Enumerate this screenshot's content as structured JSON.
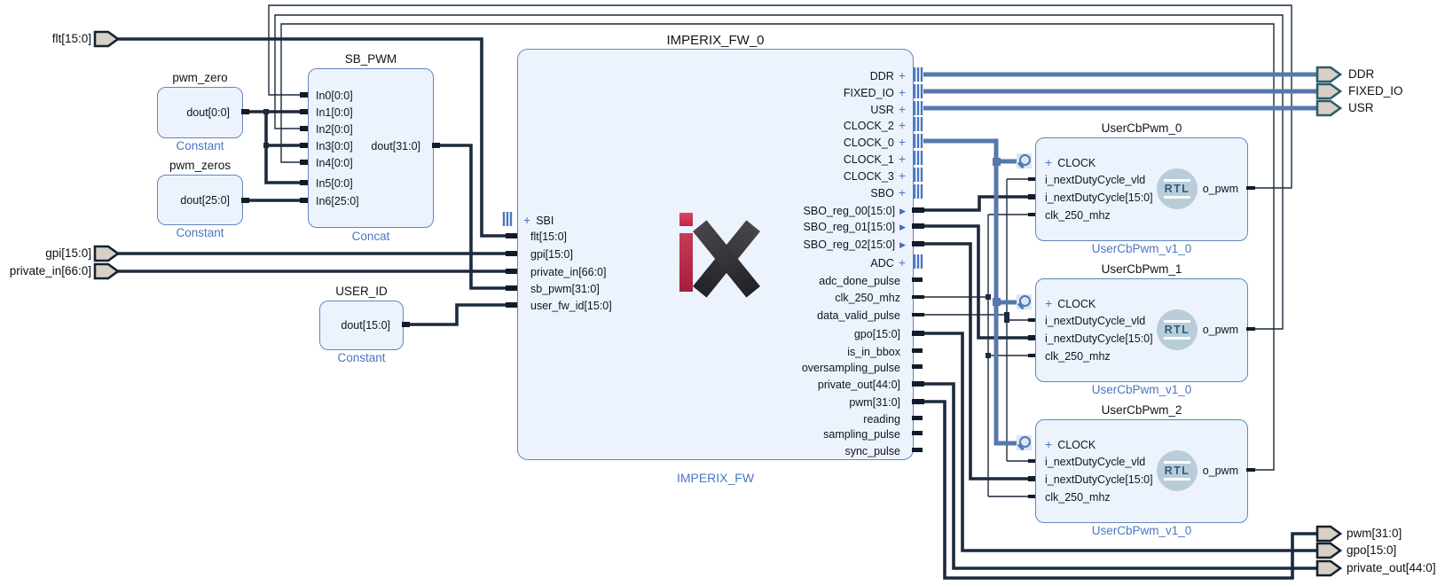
{
  "ports": {
    "inputs": [
      "flt[15:0]",
      "gpi[15:0]",
      "private_in[66:0]"
    ],
    "outputs": [
      "DDR",
      "FIXED_IO",
      "USR",
      "pwm[31:0]",
      "gpo[15:0]",
      "private_out[44:0]"
    ]
  },
  "icons": {
    "plus": "+",
    "reg_marker": "▶"
  },
  "blocks": {
    "pwm_zero": {
      "title": "pwm_zero",
      "pin": "dout[0:0]",
      "type": "Constant"
    },
    "pwm_zeros": {
      "title": "pwm_zeros",
      "pin": "dout[25:0]",
      "type": "Constant"
    },
    "sb_pwm": {
      "title": "SB_PWM",
      "type": "Concat",
      "inputs": [
        "In0[0:0]",
        "In1[0:0]",
        "In2[0:0]",
        "In3[0:0]",
        "In4[0:0]",
        "In5[0:0]",
        "In6[25:0]"
      ],
      "output": "dout[31:0]"
    },
    "user_id": {
      "title": "USER_ID",
      "pin": "dout[15:0]",
      "type": "Constant"
    },
    "imperix": {
      "title": "IMPERIX_FW_0",
      "type": "IMPERIX_FW",
      "left_ports": [
        "SBI",
        "flt[15:0]",
        "gpi[15:0]",
        "private_in[66:0]",
        "sb_pwm[31:0]",
        "user_fw_id[15:0]"
      ],
      "right_ports": [
        "DDR",
        "FIXED_IO",
        "USR",
        "CLOCK_2",
        "CLOCK_0",
        "CLOCK_1",
        "CLOCK_3",
        "SBO",
        "SBO_reg_00[15:0]",
        "SBO_reg_01[15:0]",
        "SBO_reg_02[15:0]",
        "ADC",
        "adc_done_pulse",
        "clk_250_mhz",
        "data_valid_pulse",
        "gpo[15:0]",
        "is_in_bbox",
        "oversampling_pulse",
        "private_out[44:0]",
        "pwm[31:0]",
        "reading",
        "sampling_pulse",
        "sync_pulse"
      ]
    },
    "usercbpwm": {
      "instances": [
        "UserCbPwm_0",
        "UserCbPwm_1",
        "UserCbPwm_2"
      ],
      "type": "UserCbPwm_v1_0",
      "badge": "RTL",
      "ports": {
        "clock": "CLOCK",
        "vld": "i_nextDutyCycle_vld",
        "duty": "i_nextDutyCycle[15:0]",
        "clk": "clk_250_mhz",
        "out": "o_pwm"
      }
    }
  },
  "colors": {
    "wire": "#1c2a3d",
    "interface_wire": "#5678ad",
    "block_fill": "#edf3fc",
    "block_border": "#6186bd",
    "footer_text": "#4a76c2",
    "logo_red": "#c22344",
    "logo_dark": "#323236",
    "port_fill": "#d8d0c6",
    "port_teal_border": "#2a5f6b"
  }
}
